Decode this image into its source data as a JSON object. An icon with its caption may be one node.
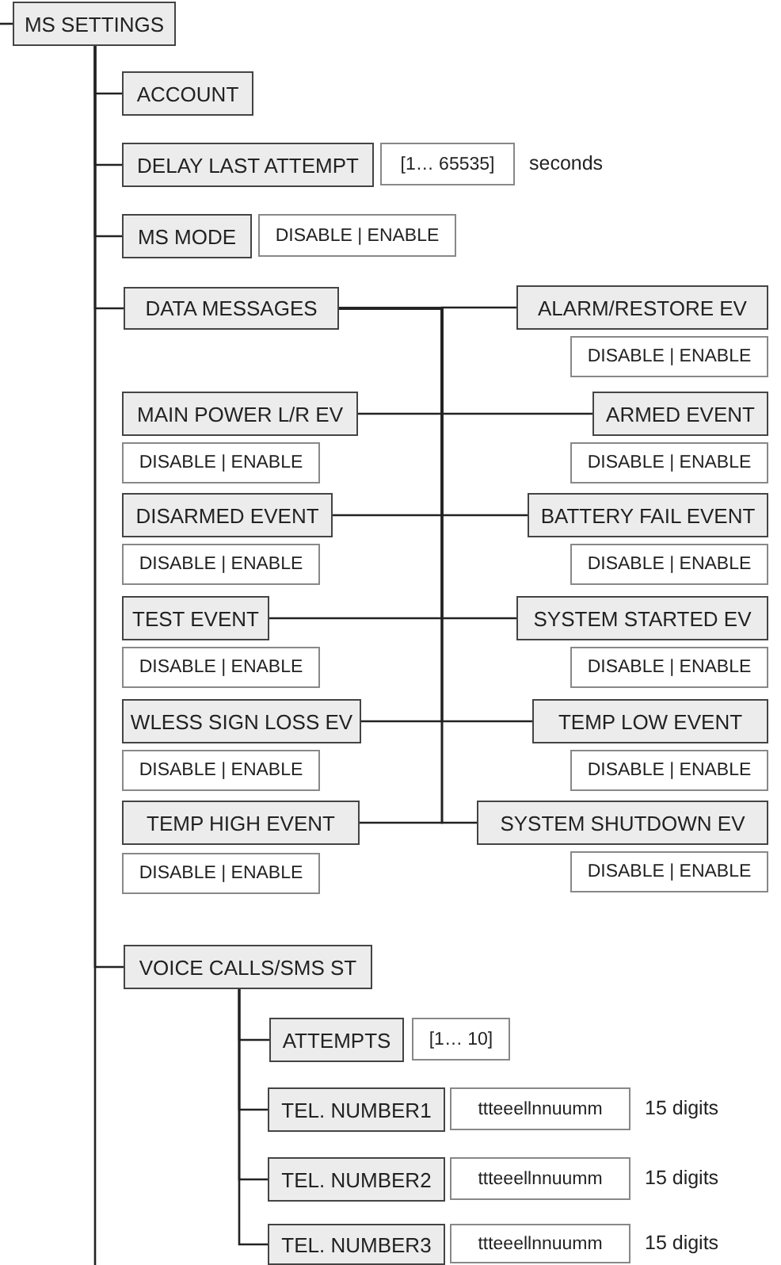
{
  "diagram": {
    "nodes": [
      {
        "text": [
          "MS SETTINGS"
        ]
      },
      {
        "text": [
          "ACCOUNT"
        ]
      },
      {
        "text": [
          "DELAY LAST ATTEMPT"
        ]
      },
      {
        "text": [
          "[1… 65535]"
        ],
        "beside": [
          "seconds"
        ]
      },
      {
        "text": [
          "MS MODE"
        ]
      },
      {
        "text": [
          "DISABLE | ENABLE"
        ]
      },
      {
        "text": [
          "DATA MESSAGES"
        ]
      },
      {
        "text": [
          "ALARM/RESTORE EV"
        ]
      },
      {
        "text": [
          "DISABLE | ENABLE"
        ]
      },
      {
        "text": [
          "MAIN POWER L/R EV"
        ]
      },
      {
        "text": [
          "ARMED EVENT"
        ]
      },
      {
        "text": [
          "DISABLE | ENABLE"
        ]
      },
      {
        "text": [
          "DISABLE | ENABLE"
        ]
      },
      {
        "text": [
          "DISARMED EVENT"
        ]
      },
      {
        "text": [
          "BATTERY FAIL EVENT"
        ]
      },
      {
        "text": [
          "DISABLE | ENABLE"
        ]
      },
      {
        "text": [
          "DISABLE | ENABLE"
        ]
      },
      {
        "text": [
          "TEST EVENT"
        ]
      },
      {
        "text": [
          "SYSTEM STARTED EV"
        ]
      },
      {
        "text": [
          "DISABLE | ENABLE"
        ]
      },
      {
        "text": [
          "DISABLE | ENABLE"
        ]
      },
      {
        "text": [
          "WLESS SIGN LOSS EV"
        ]
      },
      {
        "text": [
          "TEMP LOW EVENT"
        ]
      },
      {
        "text": [
          "DISABLE | ENABLE"
        ]
      },
      {
        "text": [
          "DISABLE | ENABLE"
        ]
      },
      {
        "text": [
          "TEMP HIGH EVENT"
        ]
      },
      {
        "text": [
          "SYSTEM SHUTDOWN EV"
        ]
      },
      {
        "text": [
          "DISABLE | ENABLE"
        ]
      },
      {
        "text": [
          "DISABLE | ENABLE"
        ]
      },
      {
        "text": [
          "VOICE CALLS/SMS  ST"
        ]
      },
      {
        "text": [
          "ATTEMPTS"
        ]
      },
      {
        "text": [
          "[1… 10]"
        ]
      },
      {
        "text": [
          "TEL. NUMBER1"
        ]
      },
      {
        "text": [
          "ttteeellnnuumm"
        ],
        "beside": [
          "15 digits"
        ]
      },
      {
        "text": [
          "TEL. NUMBER2"
        ]
      },
      {
        "text": [
          "ttteeellnnuumm"
        ],
        "beside": [
          "15 digits"
        ]
      },
      {
        "text": [
          "TEL. NUMBER3"
        ]
      },
      {
        "text": [
          "ttteeellnnuumm"
        ],
        "beside": [
          "15 digits"
        ]
      }
    ],
    "edges": [
      {
        "from": null,
        "to": 0,
        "arrow": "none"
      },
      {
        "from": 0,
        "to": null,
        "arrow": "none"
      },
      {
        "from": 0,
        "to": 1,
        "arrow": "none"
      },
      {
        "from": 0,
        "to": 2,
        "arrow": "none"
      },
      {
        "from": 0,
        "to": 4,
        "arrow": "none"
      },
      {
        "from": 0,
        "to": 6,
        "arrow": "none"
      },
      {
        "from": 0,
        "to": 29,
        "arrow": "none"
      },
      {
        "from": 6,
        "to": 7,
        "arrow": "none"
      },
      {
        "from": 6,
        "to": 9,
        "arrow": "none"
      },
      {
        "from": 6,
        "to": 10,
        "arrow": "none"
      },
      {
        "from": 6,
        "to": 13,
        "arrow": "none"
      },
      {
        "from": 6,
        "to": 14,
        "arrow": "none"
      },
      {
        "from": 6,
        "to": 17,
        "arrow": "none"
      },
      {
        "from": 6,
        "to": 18,
        "arrow": "none"
      },
      {
        "from": 6,
        "to": 21,
        "arrow": "none"
      },
      {
        "from": 6,
        "to": 22,
        "arrow": "none"
      },
      {
        "from": 6,
        "to": 25,
        "arrow": "none"
      },
      {
        "from": 6,
        "to": 26,
        "arrow": "none"
      },
      {
        "from": 29,
        "to": 30,
        "arrow": "none"
      },
      {
        "from": 29,
        "to": 32,
        "arrow": "none"
      },
      {
        "from": 29,
        "to": 34,
        "arrow": "none"
      },
      {
        "from": 29,
        "to": 36,
        "arrow": "none"
      }
    ]
  }
}
